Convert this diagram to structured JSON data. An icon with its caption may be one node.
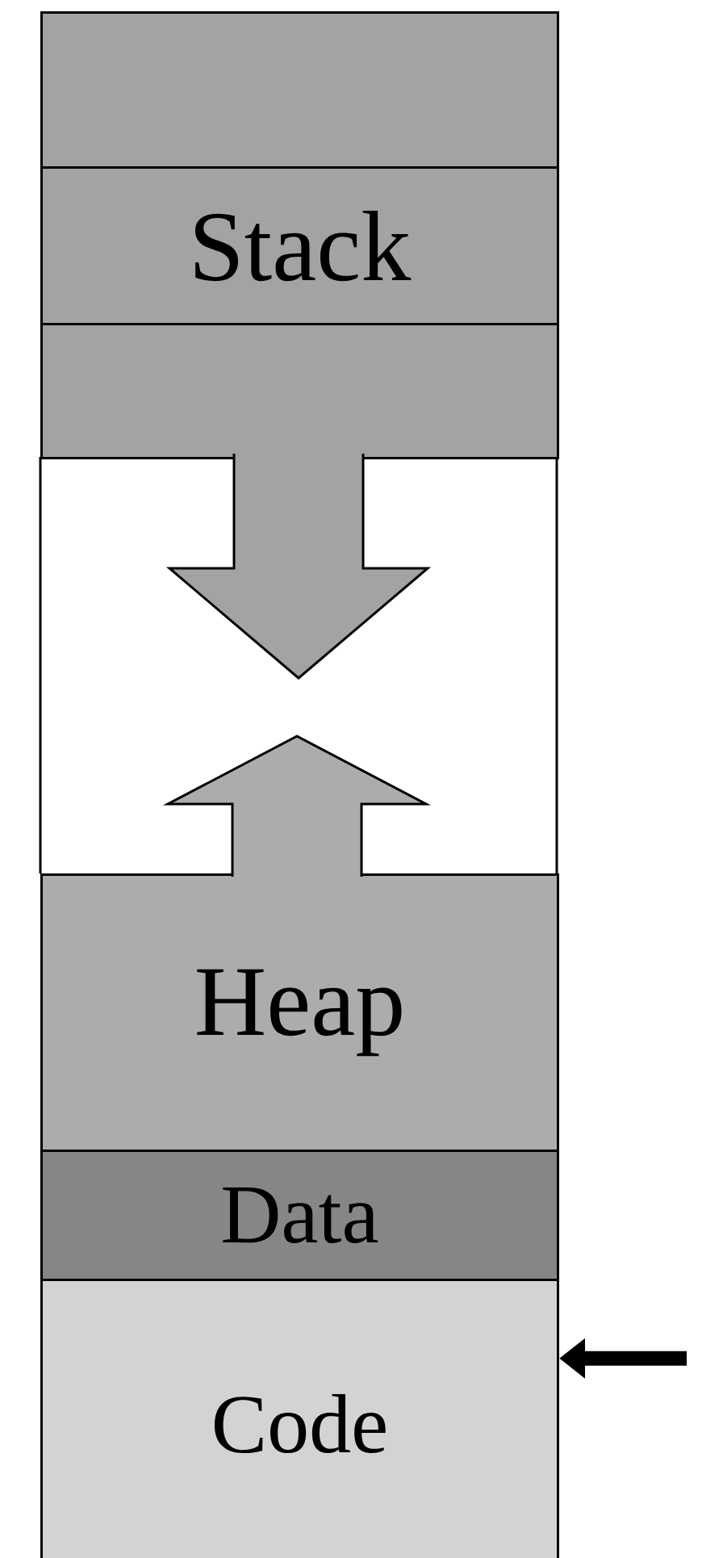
{
  "diagram": {
    "nodes": [
      {
        "text": [],
        "shape": "box"
      },
      {
        "text": [
          "Stack"
        ]
      },
      {
        "text": [],
        "shape": "box"
      },
      {
        "text": [
          "Heap"
        ]
      },
      {
        "text": [
          "Data"
        ]
      },
      {
        "text": [
          "Code"
        ]
      }
    ],
    "edges": [
      {
        "from": null,
        "to": 5,
        "arrow": "to"
      }
    ]
  }
}
